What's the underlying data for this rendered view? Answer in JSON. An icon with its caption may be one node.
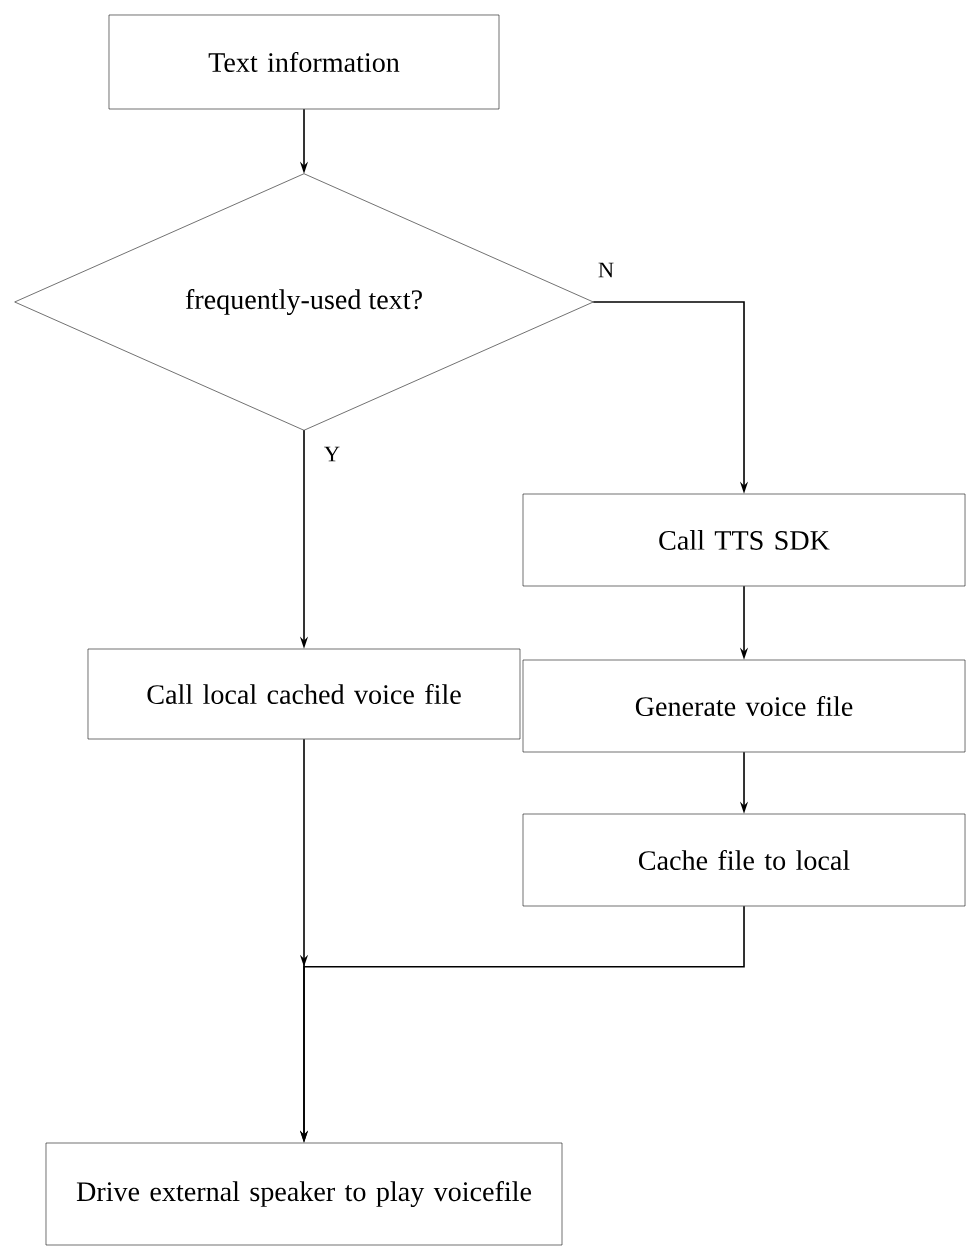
{
  "diagram": {
    "nodes": [
      {
        "text": [
          "Text information"
        ]
      },
      {
        "text": [
          "frequently-used text?"
        ]
      },
      {
        "text": [
          "Call  TTS SDK"
        ]
      },
      {
        "text": [
          "Call local cached voice file"
        ]
      },
      {
        "text": [
          "Generate voice file"
        ]
      },
      {
        "text": [
          "Cache file to local"
        ]
      },
      {
        "text": [
          "Drive external speaker to play voicefile"
        ]
      }
    ],
    "edges": [
      {
        "from": 0,
        "to": 1,
        "arrow": "to"
      },
      {
        "from": 1,
        "to": 3,
        "arrow": "to",
        "label": "Y"
      },
      {
        "from": 1,
        "to": 2,
        "arrow": "to",
        "label": "N"
      },
      {
        "from": 2,
        "to": 4,
        "arrow": "to"
      },
      {
        "from": 4,
        "to": 5,
        "arrow": "to"
      },
      {
        "from": 3,
        "to": 6,
        "arrow": "to"
      },
      {
        "from": 5,
        "to": 6,
        "arrow": "to"
      }
    ]
  }
}
